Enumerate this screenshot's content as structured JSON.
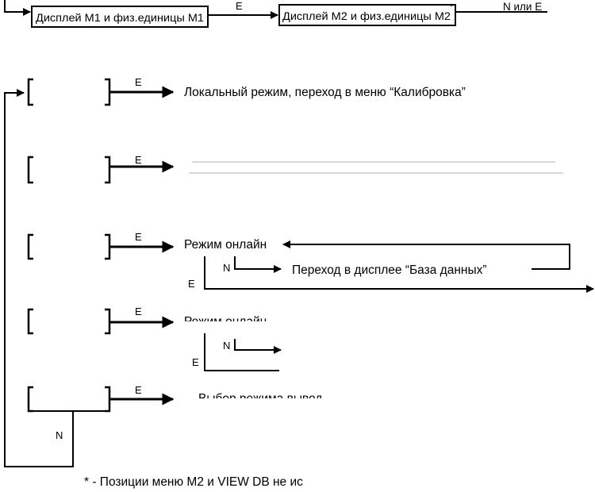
{
  "top": {
    "box_m1": "Дисплей М1 и физ.единицы М1",
    "arrow_e": "E",
    "box_m2": "Дисплей М2 и физ.единицы М2",
    "asterisk": "*",
    "n_or_e": "N или E"
  },
  "rows": [
    {
      "edge": "E",
      "label": "Локальный режим, переход в меню “Калибровка”"
    },
    {
      "edge": "E",
      "label": ""
    },
    {
      "edge": "E",
      "label": "Режим онлайн",
      "branch_n": "N",
      "branch_n_label": "Переход в дисплее “База данных”",
      "branch_e": "E"
    },
    {
      "edge": "E",
      "label": "Режим онлайн",
      "branch_n": "N",
      "branch_e": "E"
    },
    {
      "edge": "E",
      "label": "Выбор режима вывод",
      "loop_n": "N"
    }
  ],
  "footnote": "*  - Позиции меню М2 и VIEW DB не ис"
}
